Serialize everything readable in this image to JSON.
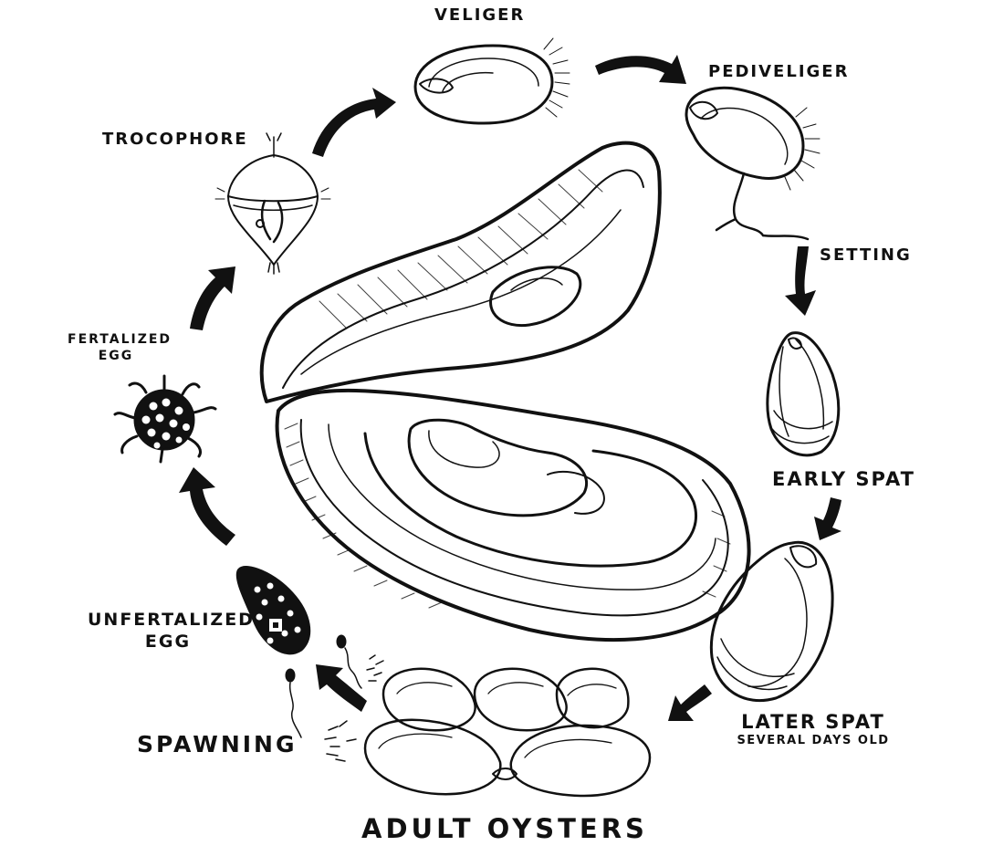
{
  "stages": {
    "veliger": "VELIGER",
    "pediveliger": "PEDIVELIGER",
    "trocophore": "TROCOPHORE",
    "setting": "SETTING",
    "fertilized_egg_line1": "FERTALIZED",
    "fertilized_egg_line2": "EGG",
    "early_spat": "EARLY SPAT",
    "unfertilized_egg_line1": "UNFERTALIZED",
    "unfertilized_egg_line2": "EGG",
    "later_spat": "LATER SPAT",
    "later_spat_note": "SEVERAL DAYS OLD",
    "spawning": "SPAWNING",
    "adult_oysters": "ADULT OYSTERS"
  }
}
